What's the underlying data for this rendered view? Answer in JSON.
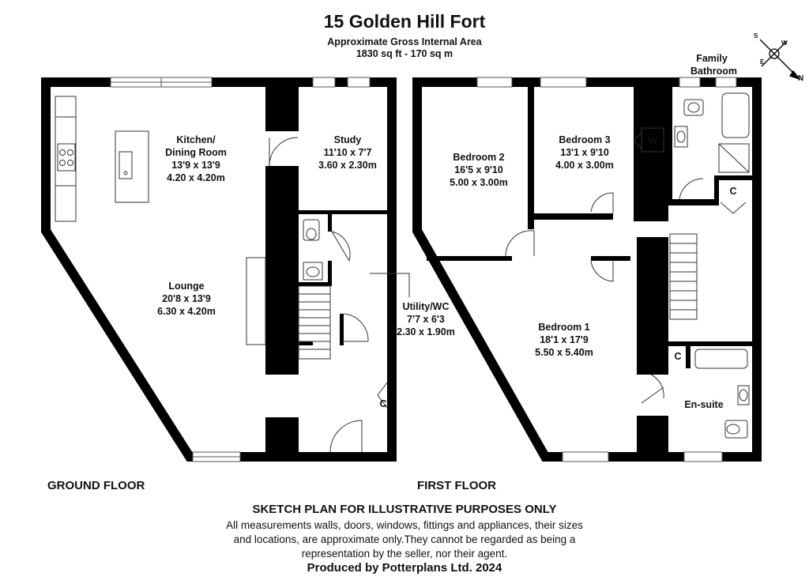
{
  "header": {
    "title": "15 Golden Hill Fort",
    "area_label": "Approximate Gross Internal Area",
    "area_value": "1830 sq ft - 170 sq m"
  },
  "compass": {
    "s": "S",
    "w": "W",
    "e": "E",
    "n": "N"
  },
  "ground_floor": {
    "label": "GROUND FLOOR",
    "rooms": {
      "kitchen": {
        "name1": "Kitchen/",
        "name2": "Dining Room",
        "imperial": "13'9 x 13'9",
        "metric": "4.20 x 4.20m"
      },
      "study": {
        "name": "Study",
        "imperial": "11'10 x 7'7",
        "metric": "3.60 x 2.30m"
      },
      "lounge": {
        "name": "Lounge",
        "imperial": "20'8 x 13'9",
        "metric": "6.30 x 4.20m"
      },
      "utility": {
        "name": "Utility/WC",
        "imperial": "7'7 x 6'3",
        "metric": "2.30 x 1.90m"
      },
      "cupboard": "C"
    }
  },
  "first_floor": {
    "label": "FIRST FLOOR",
    "rooms": {
      "bed2": {
        "name": "Bedroom 2",
        "imperial": "16'5 x 9'10",
        "metric": "5.00 x 3.00m"
      },
      "bed3": {
        "name": "Bedroom 3",
        "imperial": "13'1 x 9'10",
        "metric": "4.00 x 3.00m"
      },
      "bed1": {
        "name": "Bedroom 1",
        "imperial": "18'1 x 17'9",
        "metric": "5.50 x 5.40m"
      },
      "bathroom": {
        "name1": "Family",
        "name2": "Bathroom"
      },
      "ensuite": "En-suite",
      "wardrobe": "W",
      "cupboard1": "C",
      "cupboard2": "C"
    }
  },
  "footer": {
    "heading": "SKETCH PLAN FOR ILLUSTRATIVE PURPOSES ONLY",
    "line1": "All measurements walls, doors, windows, fittings and appliances, their sizes",
    "line2": "and locations, are approximate only.They cannot be regarded as being a",
    "line3": "representation by the seller, nor their agent.",
    "producer": "Produced by Potterplans Ltd. 2024"
  }
}
